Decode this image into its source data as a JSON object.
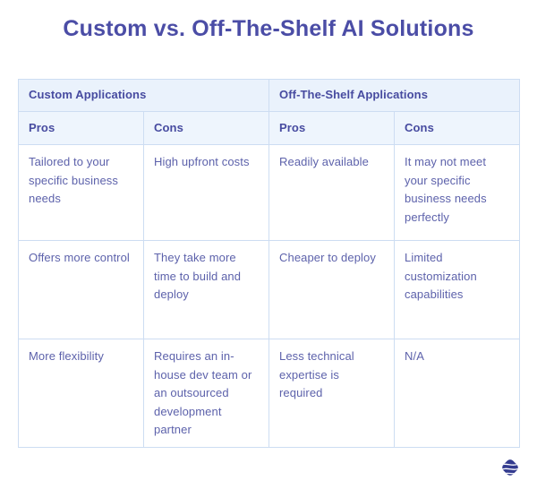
{
  "title": "Custom vs. Off-The-Shelf AI Solutions",
  "chart_data": {
    "type": "table",
    "title": "Custom vs. Off-The-Shelf AI Solutions",
    "column_groups": [
      "Custom Applications",
      "Off-The-Shelf Applications"
    ],
    "columns": [
      "Pros",
      "Cons",
      "Pros",
      "Cons"
    ],
    "rows": [
      [
        "Tailored to your specific business needs",
        "High upfront costs",
        "Readily available",
        "It may not meet your specific business needs perfectly"
      ],
      [
        "Offers more control",
        "They take more time to build and deploy",
        "Cheaper to deploy",
        "Limited customization capabilities"
      ],
      [
        "More flexibility",
        "Requires an in-house dev team or an outsourced development partner",
        "Less technical expertise is required",
        "N/A"
      ]
    ],
    "layout": {
      "grid": "on",
      "header_rows": 2,
      "columns_per_group": 2
    }
  },
  "colors": {
    "title_text": "#4b4da6",
    "header_text": "#474ba0",
    "body_text": "#5d62ab",
    "group_header_bg": "#eaf2fc",
    "subheader_bg": "#eef5fd",
    "border": "#cdddf2",
    "page_bg": "#ffffff",
    "logo": "#333b8f"
  },
  "logo": {
    "icon": "wavy-diamond-logo-icon"
  }
}
